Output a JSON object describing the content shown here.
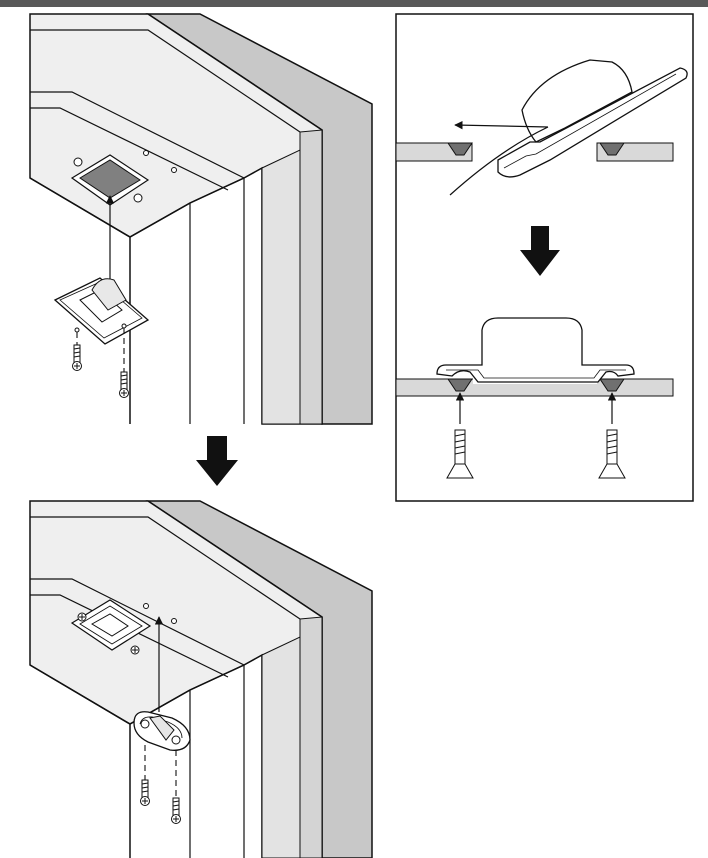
{
  "header": {
    "bar_color": "#595959"
  },
  "colors": {
    "panel_face": "#efefef",
    "panel_side": "#c8c8c8",
    "panel_inner": "#dedede",
    "opening_fill": "#808080",
    "outline": "#111111",
    "arrow_fill": "#111111",
    "ledge_fill": "#d9d9d9",
    "countersink": "#707070"
  },
  "icons": {
    "step_arrows": "down-arrow-icon",
    "insert_arrows": "up-arrow-icon",
    "screws": "screw-icon"
  },
  "panels": {
    "step1": "mounting-bracket-with-plate",
    "detail": "clip-installation-detail",
    "step2": "mounting-bracket-with-hook"
  }
}
